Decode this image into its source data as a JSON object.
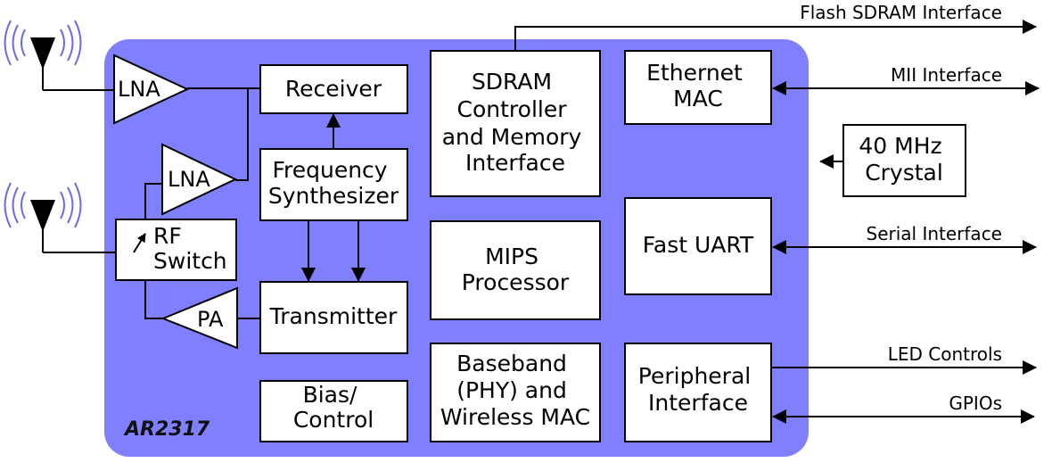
{
  "chip": {
    "name": "AR2317",
    "fill_color": "#8080ff"
  },
  "blocks": {
    "receiver": [
      "Receiver"
    ],
    "frequency_synthesizer": [
      "Frequency",
      "Synthesizer"
    ],
    "transmitter": [
      "Transmitter"
    ],
    "bias_control": [
      "Bias/",
      "Control"
    ],
    "rf_switch": [
      "RF",
      "Switch"
    ],
    "sdram_controller": [
      "SDRAM",
      "Controller",
      "and Memory",
      "Interface"
    ],
    "mips_processor": [
      "MIPS",
      "Processor"
    ],
    "baseband": [
      "Baseband",
      "(PHY) and",
      "Wireless MAC"
    ],
    "ethernet_mac": [
      "Ethernet",
      "MAC"
    ],
    "fast_uart": [
      "Fast UART"
    ],
    "peripheral_interface": [
      "Peripheral",
      "Interface"
    ],
    "crystal": [
      "40 MHz",
      "Crystal"
    ]
  },
  "amplifiers": {
    "lna_top": "LNA",
    "lna_mid": "LNA",
    "pa": "PA"
  },
  "interfaces": {
    "flash_sdram": "Flash SDRAM Interface",
    "mii": "MII Interface",
    "serial": "Serial Interface",
    "led_controls": "LED Controls",
    "gpios": "GPIOs"
  },
  "antenna_wave_color": "#6a6ae8"
}
